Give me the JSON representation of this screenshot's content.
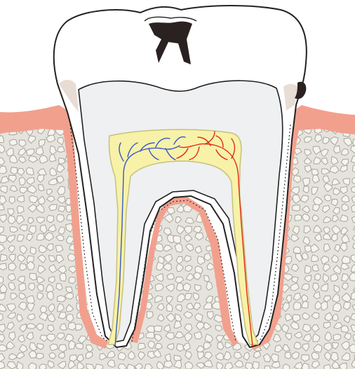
{
  "colors": {
    "background": "#ffffff",
    "bone_fill": "#e5e3dd",
    "bone_cell_stroke": "#a9a497",
    "gum": "#f2a08e",
    "gum_highlight": "#f7c3b5",
    "enamel": "#ffffff",
    "enamel_edge": "#e8ddd5",
    "dentin": "#eef0f2",
    "outline": "#222222",
    "pulp": "#f7f2a8",
    "pulp_edge": "#c9c07a",
    "caries": "#2a2220",
    "vein": "#3b55c9",
    "artery": "#e02a1a",
    "ligament_dash": "#333333"
  },
  "structures": [
    {
      "name": "enamel-crown",
      "icon": "crown-icon"
    },
    {
      "name": "dentin",
      "icon": "dentin-icon"
    },
    {
      "name": "pulp-chamber",
      "icon": "pulp-icon"
    },
    {
      "name": "caries-lesion",
      "icon": "cavity-icon"
    },
    {
      "name": "gingiva",
      "icon": "gum-icon"
    },
    {
      "name": "alveolar-bone",
      "icon": "bone-icon"
    },
    {
      "name": "periodontal-ligament",
      "icon": "ligament-icon"
    },
    {
      "name": "blood-vessels",
      "icon": "vessel-icon"
    }
  ]
}
